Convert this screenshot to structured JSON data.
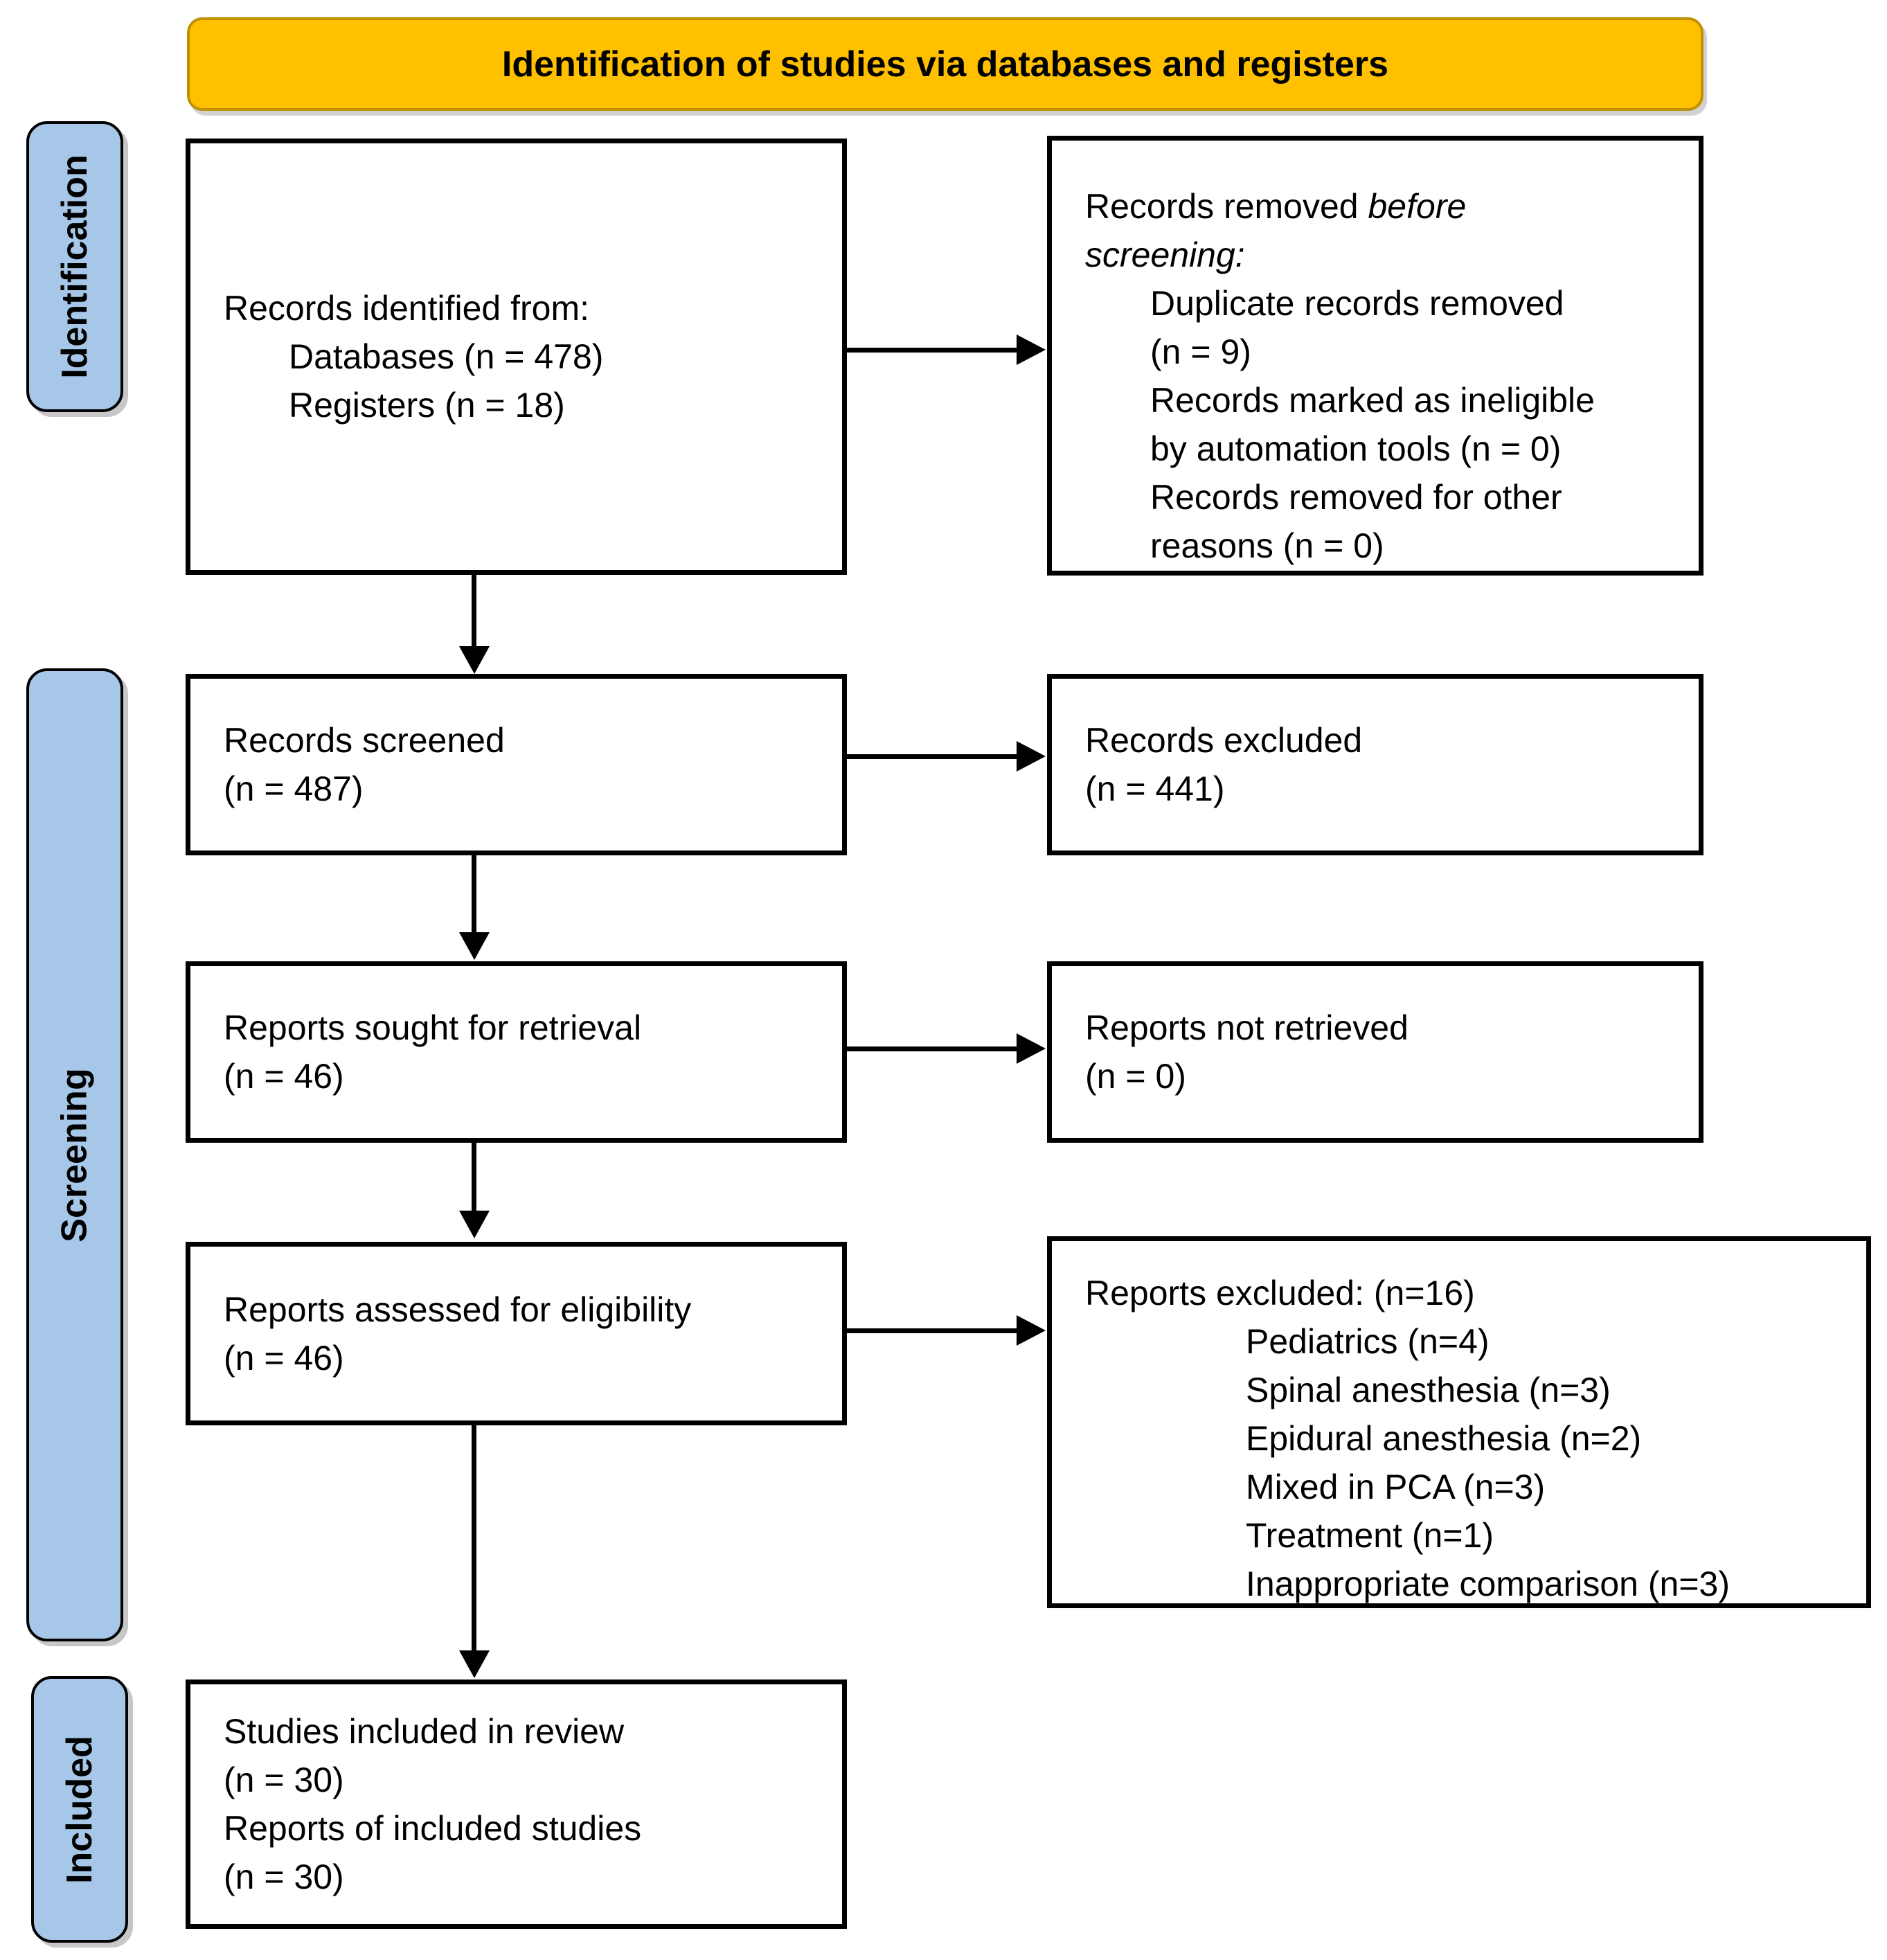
{
  "title": "Identification of studies via databases and registers",
  "stages": {
    "identification": "Identification",
    "screening": "Screening",
    "included": "Included"
  },
  "boxes": {
    "records_identified": {
      "lines": [
        "Records identified from:",
        "Databases (n = 478)",
        "Registers (n = 18)"
      ]
    },
    "records_removed": {
      "intro_pre": "Records removed ",
      "intro_italic1": "before",
      "intro_italic2": "screening:",
      "lines": [
        "Duplicate records removed",
        "(n = 9)",
        "Records marked as ineligible",
        "by automation tools (n = 0)",
        "Records removed for other",
        "reasons (n = 0)"
      ]
    },
    "records_screened": {
      "lines": [
        "Records screened",
        "(n = 487)"
      ]
    },
    "records_excluded": {
      "lines": [
        "Records excluded",
        "(n = 441)"
      ]
    },
    "reports_sought": {
      "lines": [
        "Reports sought for retrieval",
        "(n = 46)"
      ]
    },
    "reports_not_retrieved": {
      "lines": [
        "Reports not retrieved",
        "(n = 0)"
      ]
    },
    "reports_assessed": {
      "lines": [
        "Reports assessed for eligibility",
        "(n = 46)"
      ]
    },
    "reports_excluded": {
      "title": "Reports excluded: (n=16)",
      "items": [
        "Pediatrics (n=4)",
        "Spinal anesthesia (n=3)",
        "Epidural anesthesia (n=2)",
        "Mixed in PCA (n=3)",
        "Treatment (n=1)",
        "Inappropriate comparison (n=3)"
      ]
    },
    "studies_included": {
      "lines": [
        "Studies included in review",
        "(n = 30)",
        "Reports of included studies",
        "(n = 30)"
      ]
    }
  },
  "colors": {
    "header_fill": "#FFC000",
    "header_border": "#BF9000",
    "stage_fill": "#A7C7E8",
    "box_border": "#000000",
    "arrow": "#000000"
  }
}
